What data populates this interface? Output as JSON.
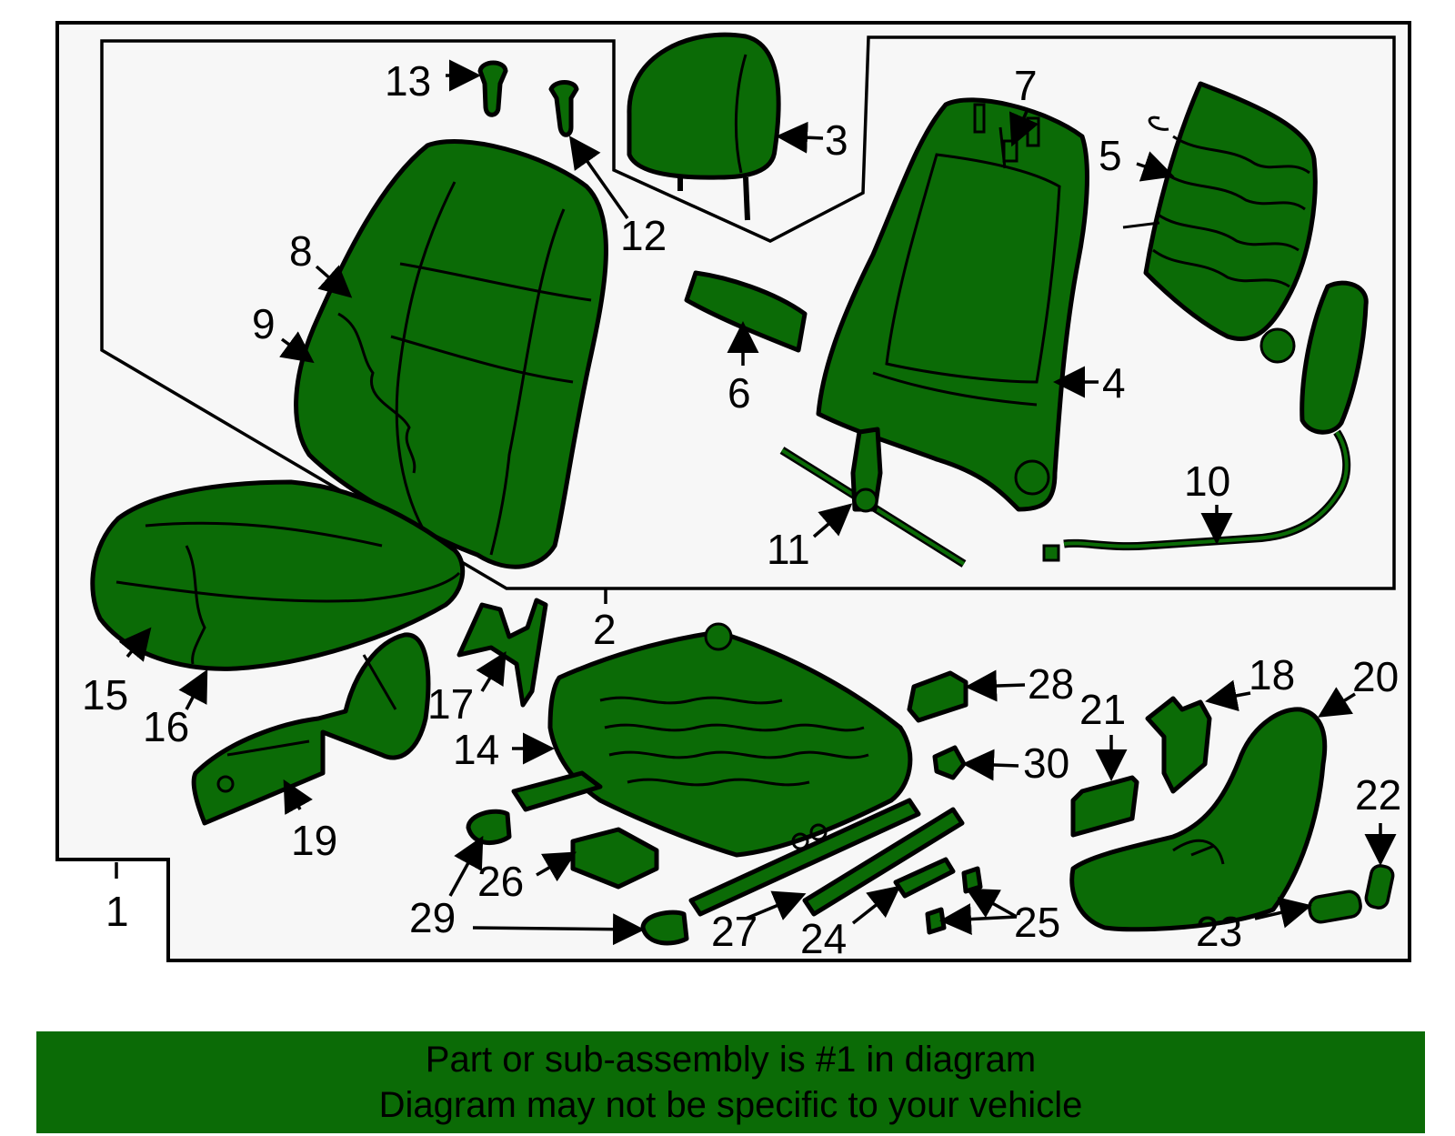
{
  "diagram": {
    "callouts": [
      "1",
      "2",
      "3",
      "4",
      "5",
      "6",
      "7",
      "8",
      "9",
      "10",
      "11",
      "12",
      "13",
      "14",
      "15",
      "16",
      "17",
      "18",
      "19",
      "20",
      "21",
      "22",
      "23",
      "24",
      "25",
      "26",
      "27",
      "28",
      "29",
      "30"
    ]
  },
  "banner": {
    "line1": "Part or sub-assembly is #1 in diagram",
    "line2": "Diagram may not be specific to your vehicle"
  },
  "colors": {
    "part_fill": "#0b6b06",
    "background": "#f7f7f7",
    "banner": "#0b6b06"
  }
}
